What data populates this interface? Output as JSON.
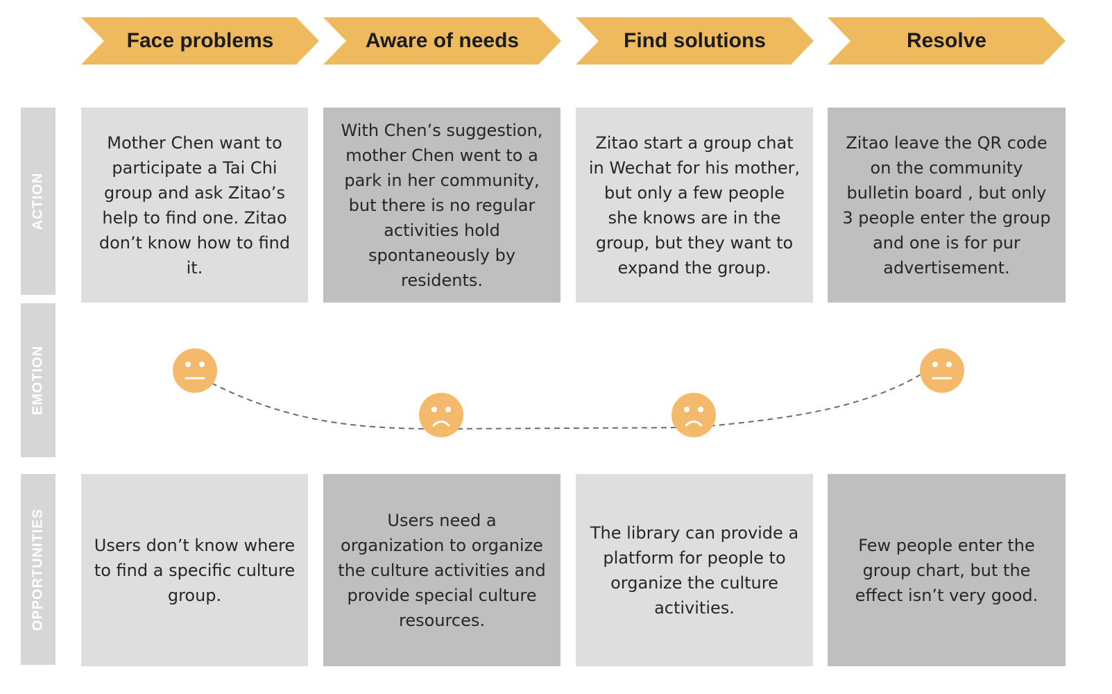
{
  "stages": [
    "Face problems",
    "Aware of needs",
    "Find solutions",
    "Resolve"
  ],
  "row_labels": {
    "action": "ACTION",
    "emotion": "EMOTION",
    "opportunities": "OPPORTUNITIES"
  },
  "actions": [
    "Mother Chen want to participate a Tai Chi group and ask Zitao’s help to find one. Zitao don’t know how to find it.",
    "With Chen’s suggestion, mother Chen went to a park in her community, but there is no regular activities hold spontaneously by residents.",
    "Zitao start a group chat in Wechat for his mother, but only a few people she knows are in the group, but they want to expand the group.",
    "Zitao leave the QR code on the community bulletin board , but only 3 people enter the group and one is for pur advertisement."
  ],
  "emotions": [
    "neutral",
    "sad",
    "sad",
    "neutral"
  ],
  "opportunities": [
    "Users don’t know where to find a specific culture group.",
    "Users need a organization to organize the culture activities and provide special culture resources.",
    "The library can provide a platform for people to organize the culture activities.",
    "Few people enter the group chart, but the effect isn’t very good."
  ],
  "colors": {
    "arrow": "#efb95d",
    "face": "#f4b96a",
    "card_light": "#dedede",
    "card_dark": "#bfbfbf",
    "row_label_bg": "#d6d6d6",
    "curve": "#5f6f74"
  }
}
